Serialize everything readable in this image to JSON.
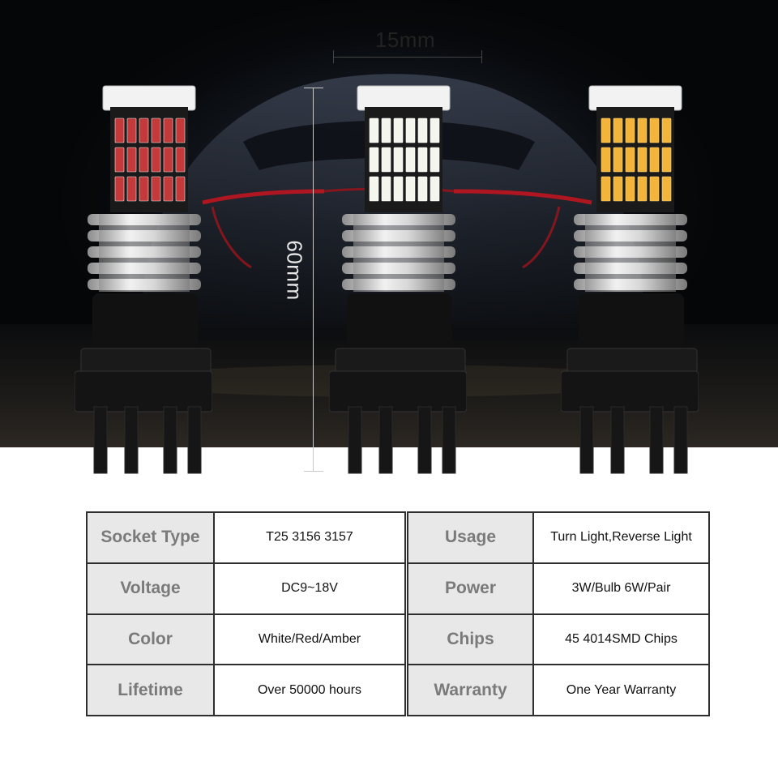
{
  "dimensions": {
    "width_label": "15mm",
    "height_label": "60mm"
  },
  "bulbs": [
    {
      "color_name": "red",
      "led": "#c43a3a",
      "led_glow": "#e8e8e8"
    },
    {
      "color_name": "white",
      "led": "#f4f6ee",
      "led_glow": "#ffffff"
    },
    {
      "color_name": "amber",
      "led": "#f2b43a",
      "led_glow": "#ffd77a"
    }
  ],
  "specs": {
    "rows": [
      {
        "key1": "Socket Type",
        "val1": "T25 3156 3157",
        "key2": "Usage",
        "val2": "Turn Light,Reverse Light"
      },
      {
        "key1": "Voltage",
        "val1": "DC9~18V",
        "key2": "Power",
        "val2": "3W/Bulb 6W/Pair"
      },
      {
        "key1": "Color",
        "val1": "White/Red/Amber",
        "key2": "Chips",
        "val2": "45 4014SMD Chips"
      },
      {
        "key1": "Lifetime",
        "val1": "Over 50000 hours",
        "key2": "Warranty",
        "val2": "One Year Warranty"
      }
    ]
  },
  "colors": {
    "key_cell_bg": "#e8e8e8",
    "key_text": "#7a7a7a",
    "border": "#2e2e2e",
    "tail_light": "#c8141e"
  }
}
